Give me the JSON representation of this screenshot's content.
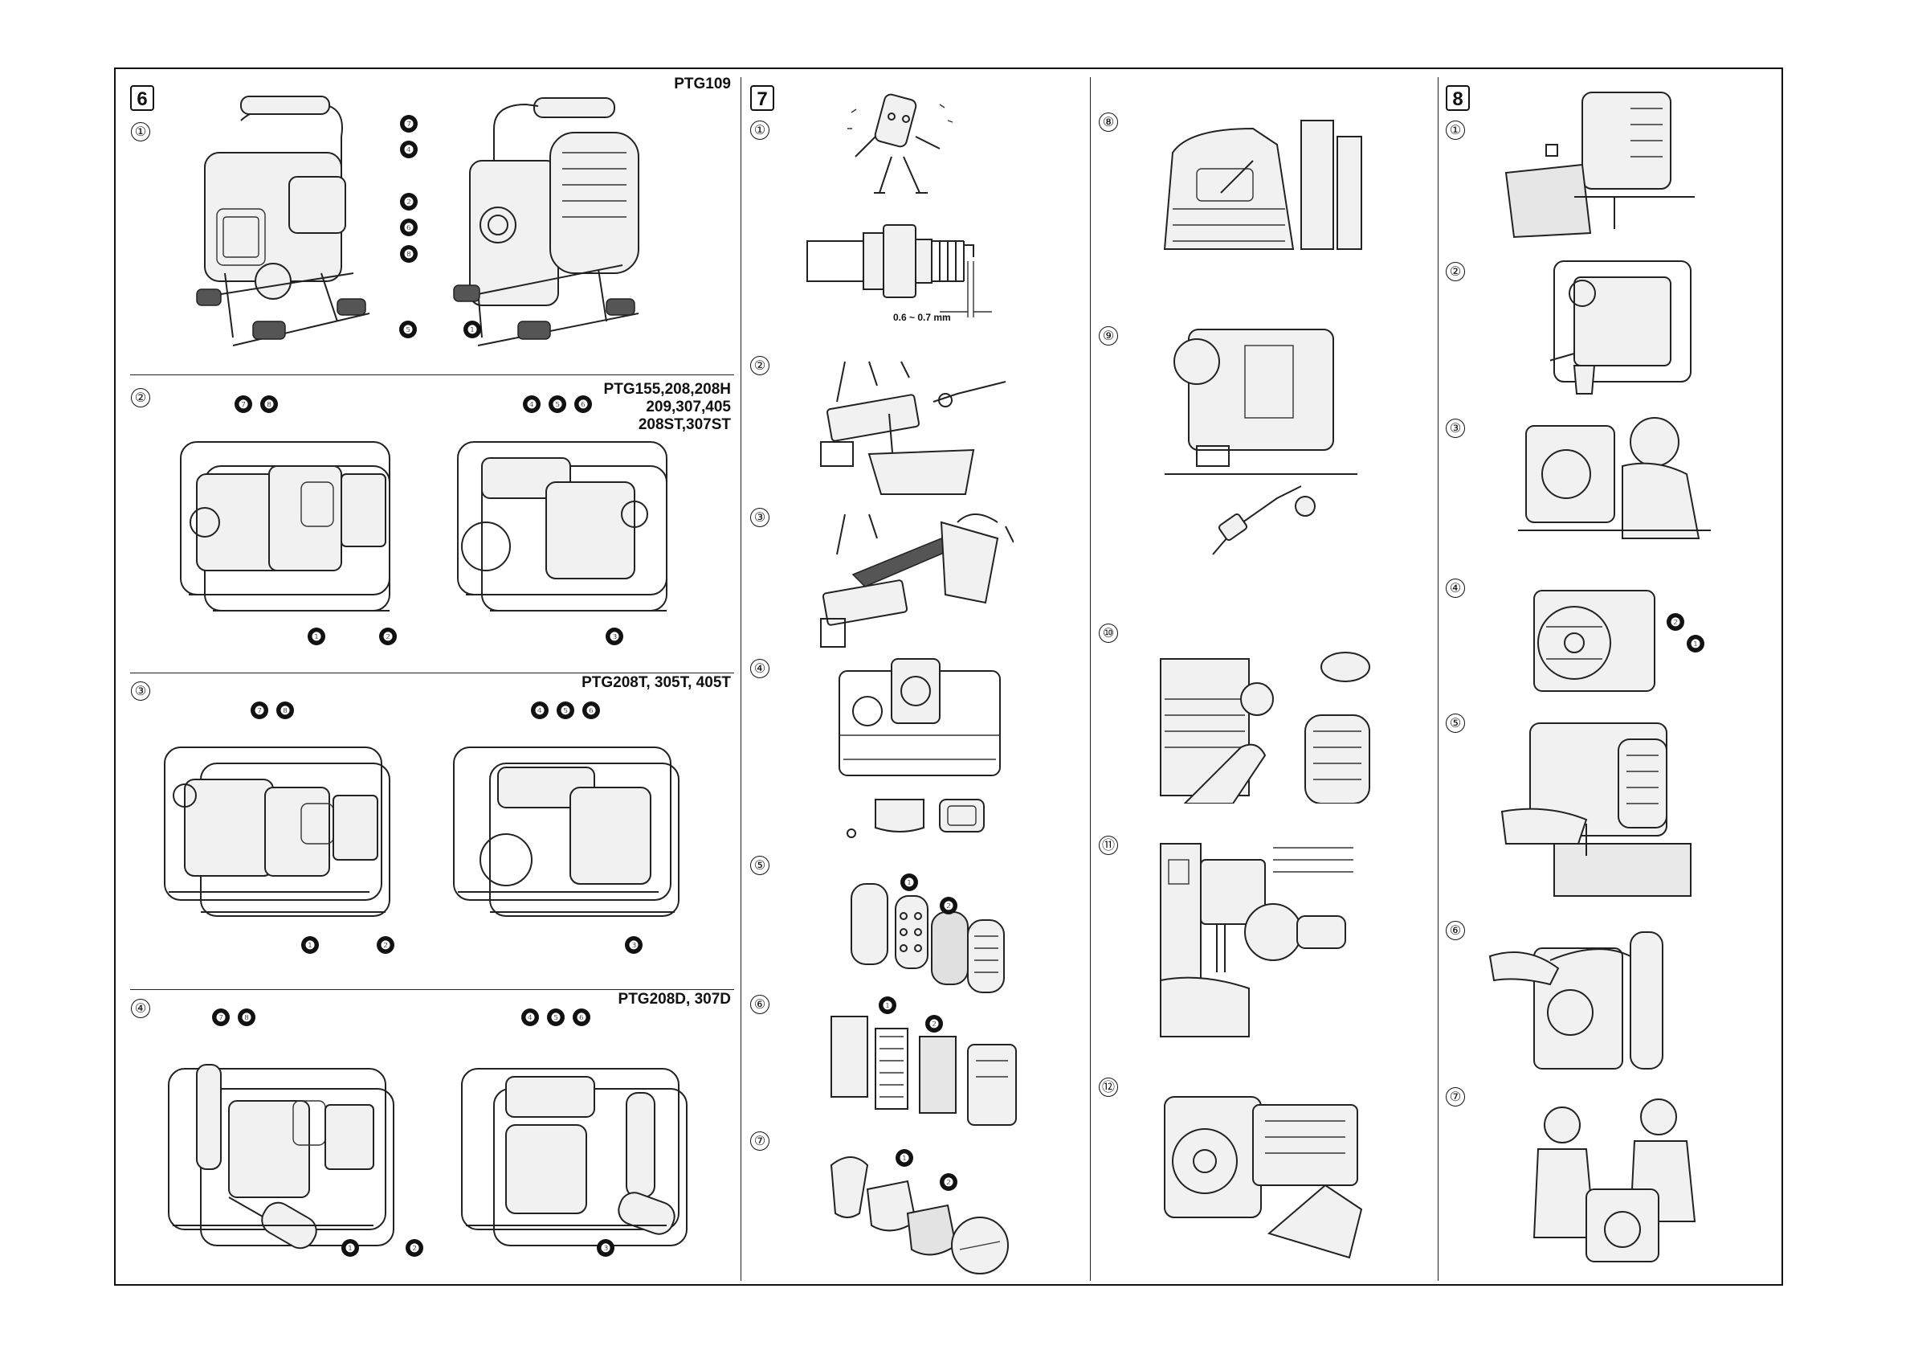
{
  "sections": {
    "s6": {
      "number": "6",
      "rows": [
        {
          "step": "①",
          "model": "PTG109",
          "labels": [
            "❼",
            "❹",
            "❷",
            "❻",
            "❽",
            "❺",
            "❶"
          ]
        },
        {
          "step": "②",
          "model": "PTG155,208,208H\n209,307,405\n208ST,307ST",
          "labels": [
            "❼",
            "❽",
            "❹",
            "❺",
            "❻",
            "❶",
            "❷",
            "❸"
          ]
        },
        {
          "step": "③",
          "model": "PTG208T, 305T, 405T",
          "labels": [
            "❼",
            "❽",
            "❹",
            "❺",
            "❻",
            "❶",
            "❷",
            "❸"
          ]
        },
        {
          "step": "④",
          "model": "PTG208D, 307D",
          "labels": [
            "❼",
            "❽",
            "❹",
            "❺",
            "❻",
            "❶",
            "❷",
            "❸"
          ]
        }
      ]
    },
    "s7": {
      "number": "7",
      "steps": [
        "①",
        "②",
        "③",
        "④",
        "⑤",
        "⑥",
        "⑦",
        "⑧",
        "⑨",
        "⑩",
        "⑪",
        "⑫"
      ],
      "gap_label": "0.6 ~ 0.7 mm",
      "labels": {
        "step5": [
          "❶",
          "❷"
        ],
        "step6": [
          "❶",
          "❷"
        ],
        "step7": [
          "❶",
          "❷"
        ]
      }
    },
    "s8": {
      "number": "8",
      "steps": [
        "①",
        "②",
        "③",
        "④",
        "⑤",
        "⑥",
        "⑦"
      ],
      "labels": {
        "step4": [
          "❷",
          "❶"
        ]
      }
    }
  }
}
